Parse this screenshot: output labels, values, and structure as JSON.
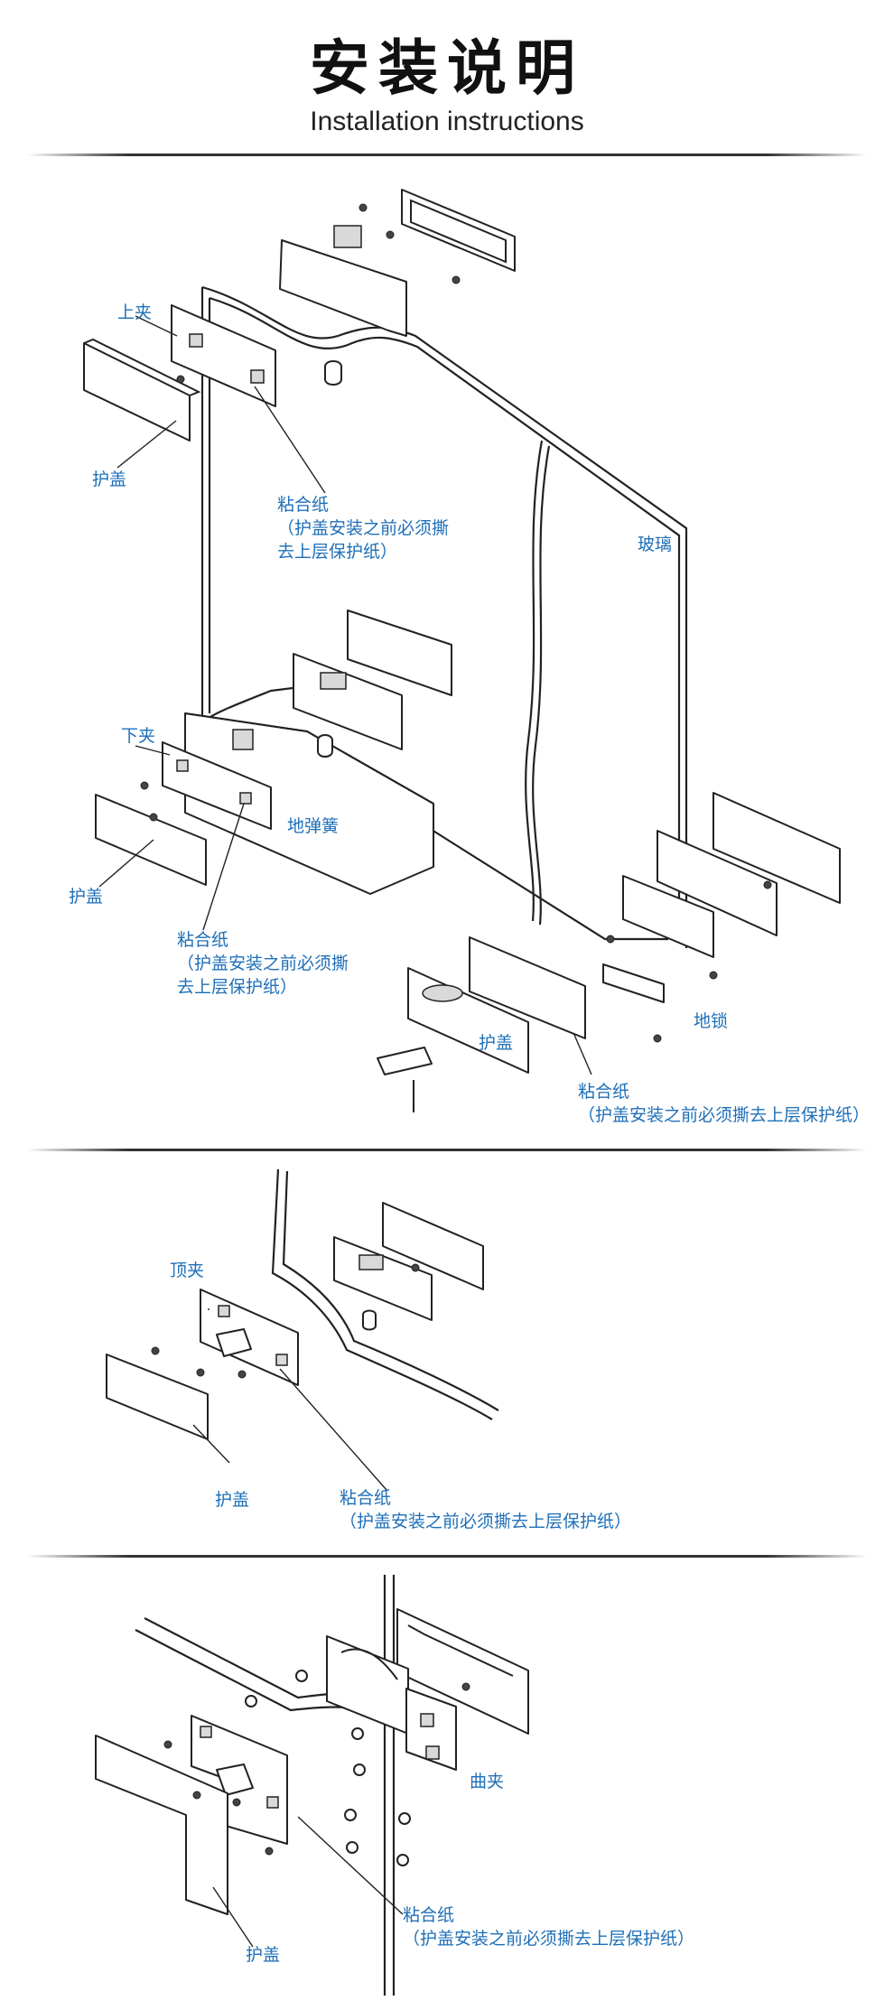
{
  "header": {
    "title": "安装说明",
    "subtitle": "Installation instructions"
  },
  "section1": {
    "top_clamp": "上夹",
    "cover_top": "护盖",
    "adhesive_top": "粘合纸",
    "adhesive_top_note_1": "（护盖安装之前必须撕",
    "adhesive_top_note_2": "去上层保护纸）",
    "glass": "玻璃",
    "bottom_clamp": "下夹",
    "floor_spring": "地弹簧",
    "cover_bottom": "护盖",
    "adhesive_bottom": "粘合纸",
    "adhesive_bottom_note_1": "（护盖安装之前必须撕",
    "adhesive_bottom_note_2": "去上层保护纸）",
    "floor_lock": "地锁",
    "cover_lock": "护盖",
    "adhesive_lock": "粘合纸",
    "adhesive_lock_note": "（护盖安装之前必须撕去上层保护纸）"
  },
  "section2": {
    "top_clamp": "顶夹",
    "cover": "护盖",
    "adhesive": "粘合纸",
    "adhesive_note": "（护盖安装之前必须撕去上层保护纸）"
  },
  "section3": {
    "curved_clamp": "曲夹",
    "cover": "护盖",
    "adhesive": "粘合纸",
    "adhesive_note": "（护盖安装之前必须撕去上层保护纸）"
  },
  "colors": {
    "label": "#1e6fb8",
    "line": "#222222",
    "divider": "#333333"
  }
}
